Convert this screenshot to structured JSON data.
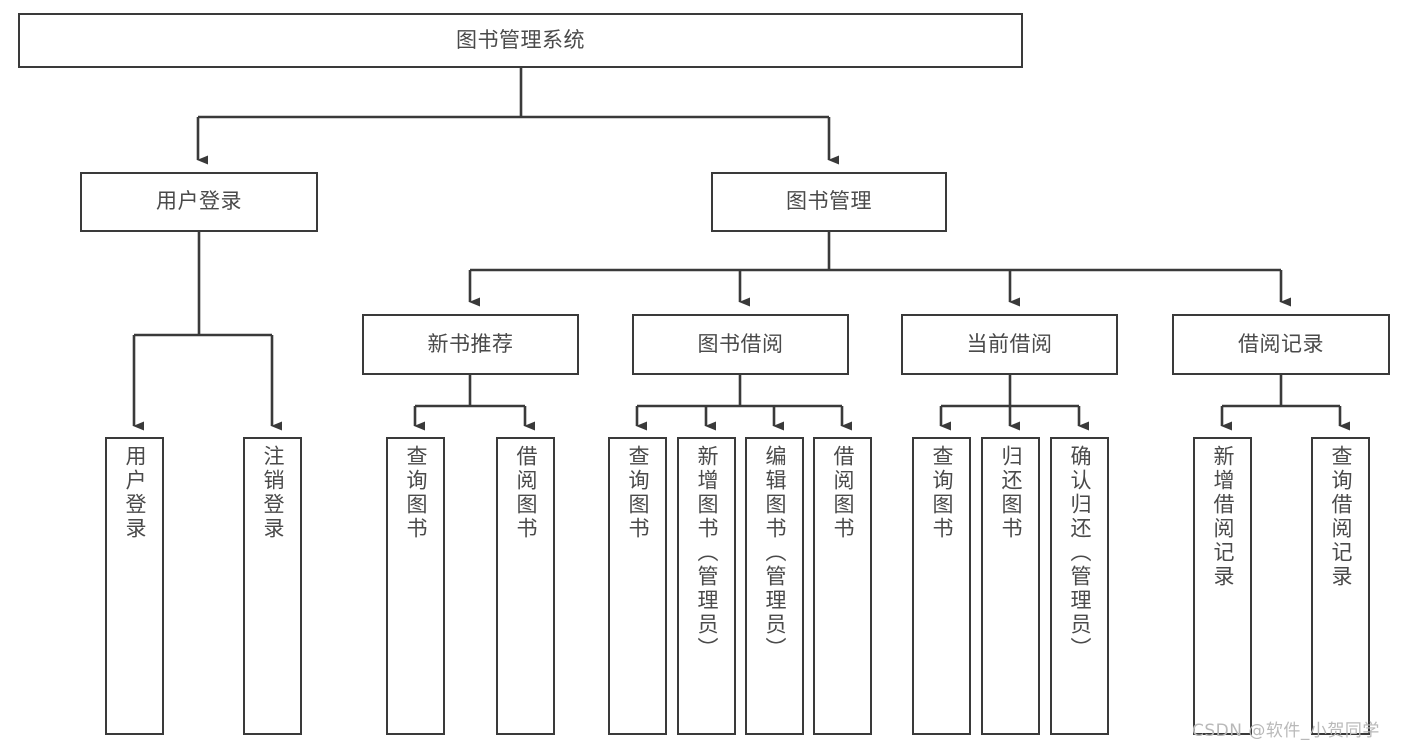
{
  "diagram": {
    "type": "tree-hierarchy",
    "title": "图书管理系统",
    "orientation": "top-down",
    "edge_color": "#3a3a3a",
    "node_border_color": "#3a3a3a",
    "node_fill_color": "#ffffff",
    "label_color": "#4a4a4a",
    "background": "#ffffff"
  },
  "root": {
    "label": "图书管理系统"
  },
  "level2": [
    {
      "label": "用户登录"
    },
    {
      "label": "图书管理"
    }
  ],
  "level3": [
    {
      "label": "新书推荐"
    },
    {
      "label": "图书借阅"
    },
    {
      "label": "当前借阅"
    },
    {
      "label": "借阅记录"
    }
  ],
  "leaves": {
    "user_login": [
      {
        "label": "用户登录"
      },
      {
        "label": "注销登录"
      }
    ],
    "new_book_recommend": [
      {
        "label": "查询图书"
      },
      {
        "label": "借阅图书"
      }
    ],
    "book_borrow": [
      {
        "label": "查询图书"
      },
      {
        "label": "新增图书（管理员）"
      },
      {
        "label": "编辑图书（管理员）"
      },
      {
        "label": "借阅图书"
      }
    ],
    "current_borrow": [
      {
        "label": "查询图书"
      },
      {
        "label": "归还图书"
      },
      {
        "label": "确认归还（管理员）"
      }
    ],
    "borrow_record": [
      {
        "label": "新增借阅记录"
      },
      {
        "label": "查询借阅记录"
      }
    ]
  },
  "watermark": {
    "text": "CSDN @软件_小贺同学"
  }
}
